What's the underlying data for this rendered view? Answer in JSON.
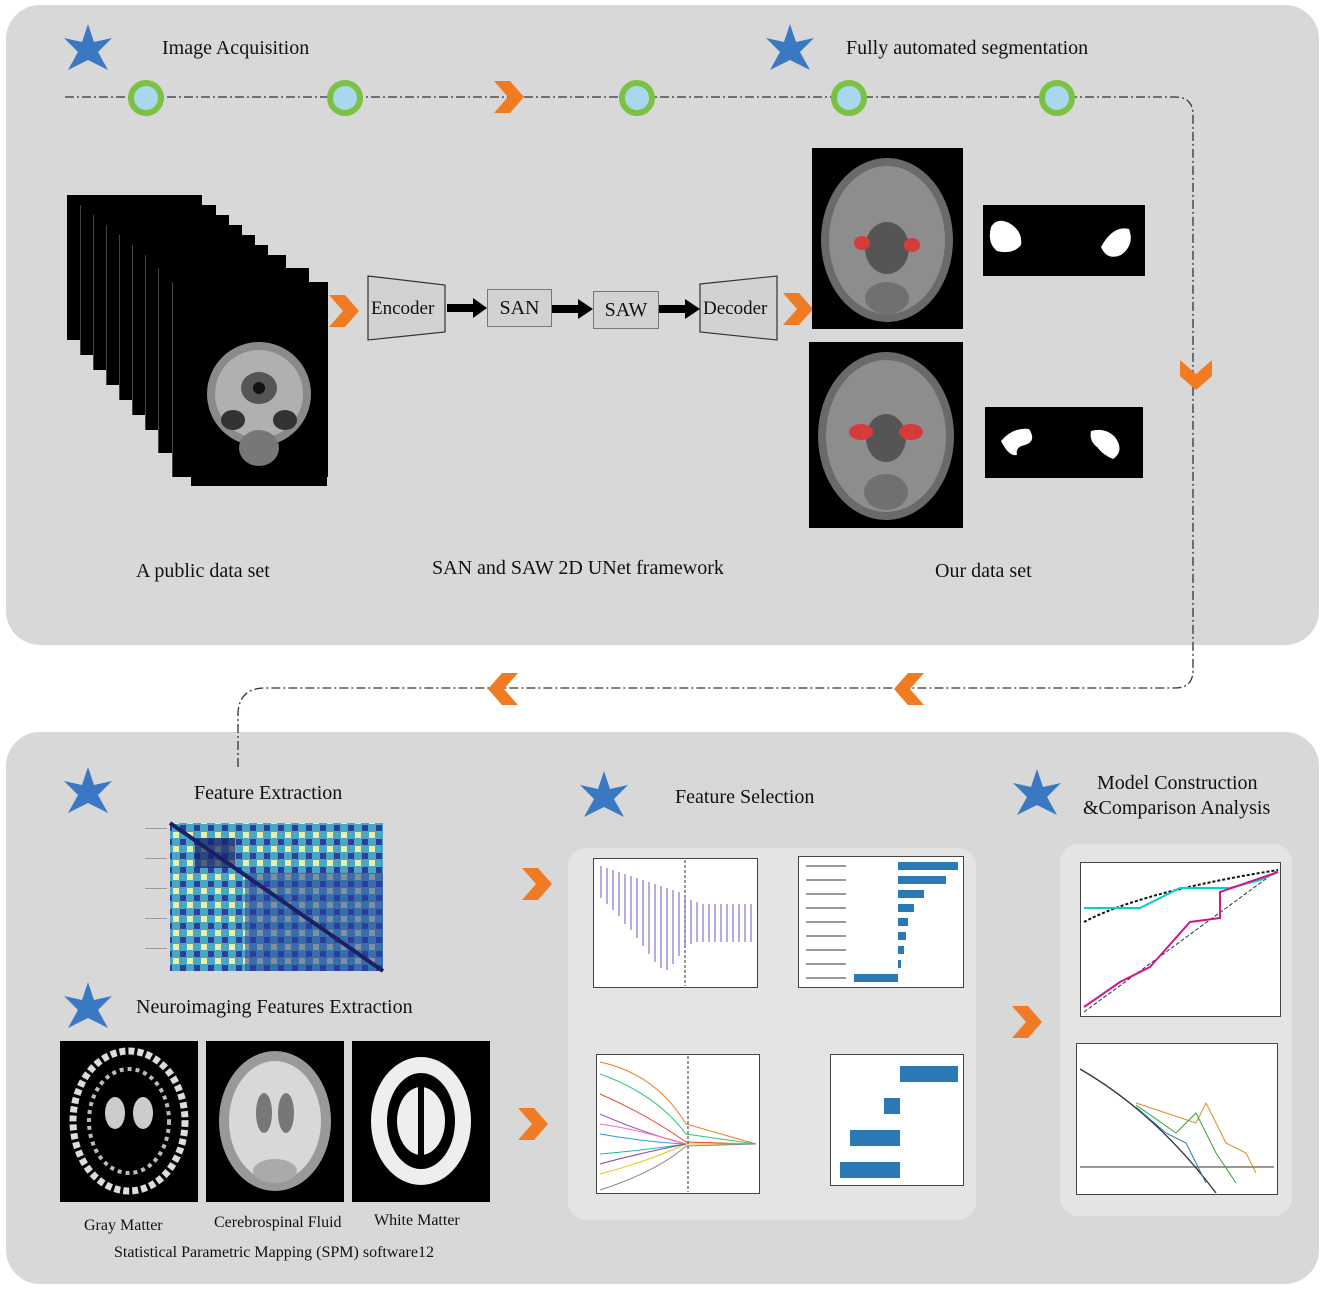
{
  "top": {
    "image_acquisition": "Image Acquisition",
    "fully_automated": "Fully automated segmentation",
    "public_data": "A public data set",
    "framework": "SAN and SAW 2D UNet framework",
    "our_data": "Our data set",
    "encoder": "Encoder",
    "san": "SAN",
    "saw": "SAW",
    "decoder": "Decoder"
  },
  "bottom": {
    "feature_extraction": "Feature Extraction",
    "neuroimaging": "Neuroimaging Features Extraction",
    "feature_selection": "Feature Selection",
    "model_line1": "Model Construction",
    "model_line2": "&Comparison Analysis",
    "gray": "Gray Matter",
    "csf": "Cerebrospinal Fluid",
    "white": "White Matter",
    "spm": "Statistical Parametric Mapping (SPM) software12"
  },
  "colors": {
    "panel": "#d8d8d8",
    "star": "#3a78c2",
    "chevron": "#f07b22",
    "ring": "#7bc142",
    "ring_fill": "#a9d8ee",
    "red_mask": "#d63a3a"
  }
}
